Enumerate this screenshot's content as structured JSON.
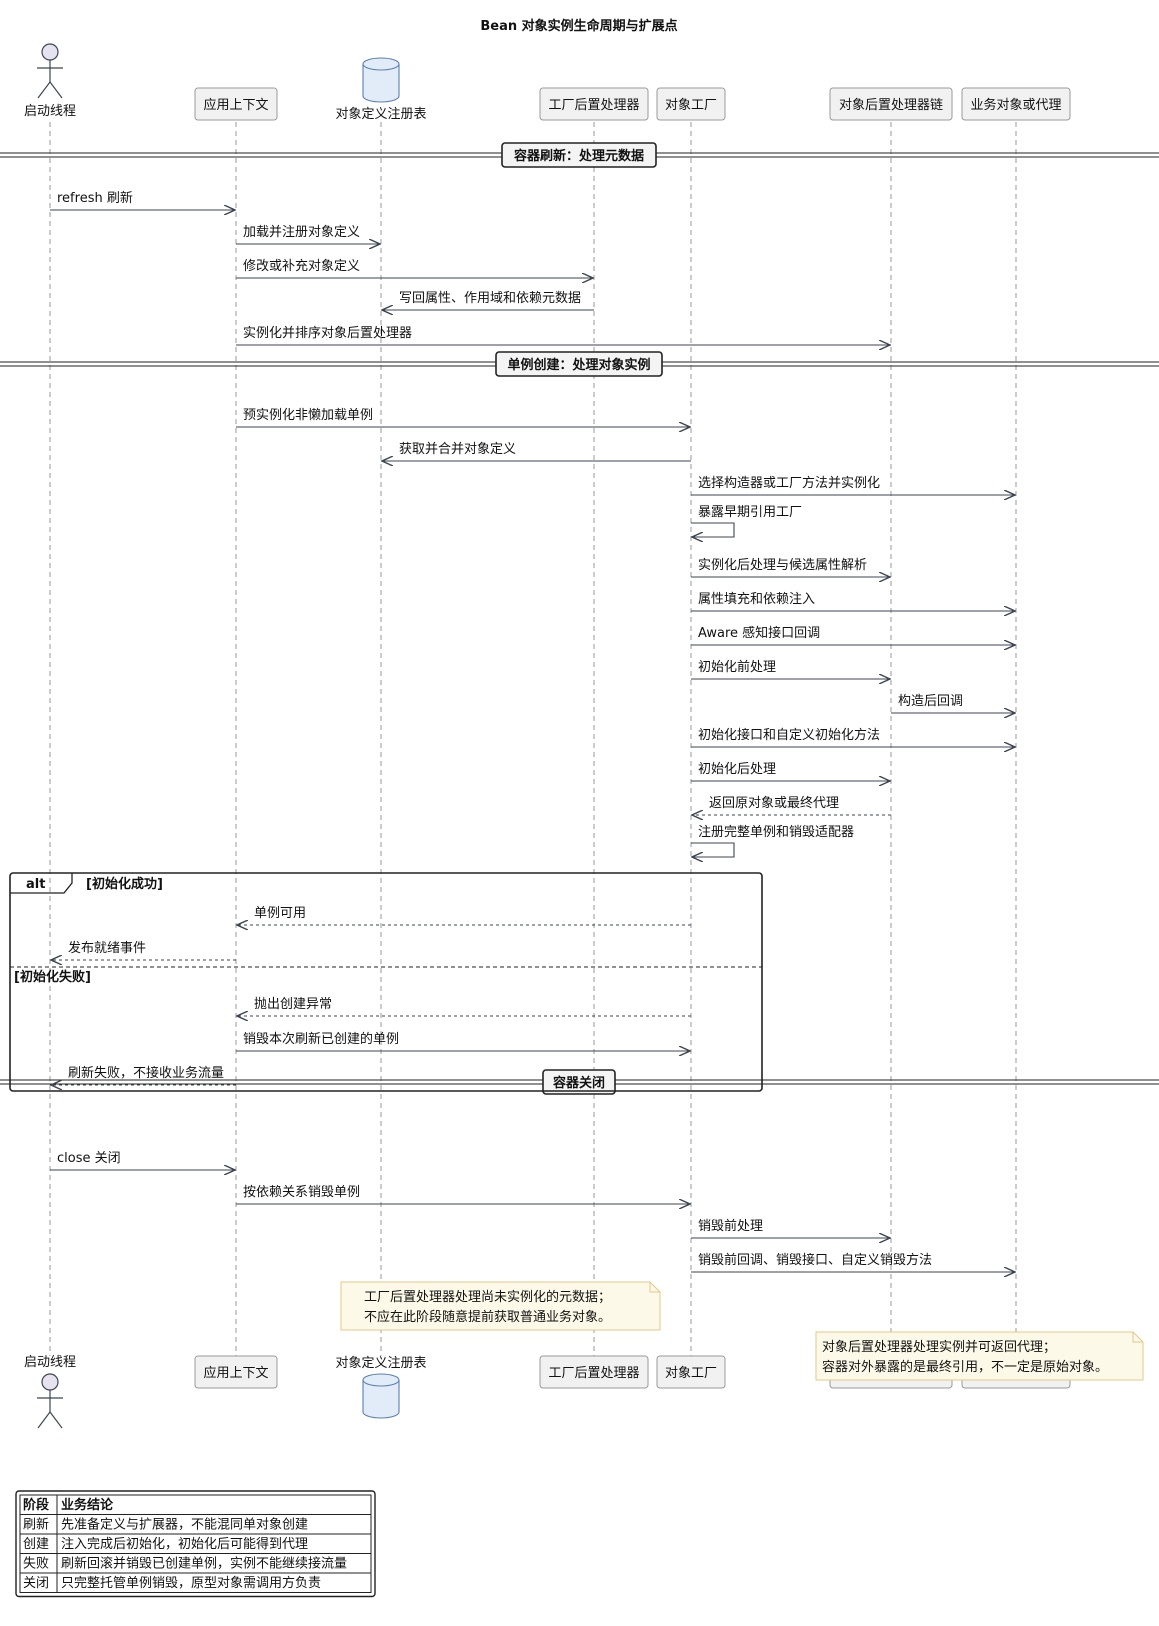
{
  "title": "Bean 对象实例生命周期与扩展点",
  "participants": [
    {
      "id": "p1",
      "label": "启动线程",
      "kind": "actor"
    },
    {
      "id": "p2",
      "label": "应用上下文",
      "kind": "box"
    },
    {
      "id": "p3",
      "label": "对象定义注册表",
      "kind": "database"
    },
    {
      "id": "p4",
      "label": "工厂后置处理器",
      "kind": "box"
    },
    {
      "id": "p5",
      "label": "对象工厂",
      "kind": "box"
    },
    {
      "id": "p6",
      "label": "对象后置处理器链",
      "kind": "box"
    },
    {
      "id": "p7",
      "label": "业务对象或代理",
      "kind": "box"
    }
  ],
  "sections": [
    {
      "label": "容器刷新：处理元数据"
    },
    {
      "label": "单例创建：处理对象实例"
    },
    {
      "label": "容器关闭"
    }
  ],
  "messages": [
    {
      "from": "p1",
      "to": "p2",
      "label": "refresh 刷新",
      "dashed": false
    },
    {
      "from": "p2",
      "to": "p3",
      "label": "加载并注册对象定义",
      "dashed": false
    },
    {
      "from": "p2",
      "to": "p4",
      "label": "修改或补充对象定义",
      "dashed": false
    },
    {
      "from": "p4",
      "to": "p3",
      "label": "写回属性、作用域和依赖元数据",
      "dashed": false
    },
    {
      "from": "p2",
      "to": "p6",
      "label": "实例化并排序对象后置处理器",
      "dashed": false
    },
    {
      "from": "p2",
      "to": "p5",
      "label": "预实例化非懒加载单例",
      "dashed": false
    },
    {
      "from": "p5",
      "to": "p3",
      "label": "获取并合并对象定义",
      "dashed": false
    },
    {
      "from": "p5",
      "to": "p7",
      "label": "选择构造器或工厂方法并实例化",
      "dashed": false
    },
    {
      "from": "p5",
      "to": "p5",
      "label": "暴露早期引用工厂",
      "dashed": false
    },
    {
      "from": "p5",
      "to": "p6",
      "label": "实例化后处理与候选属性解析",
      "dashed": false
    },
    {
      "from": "p5",
      "to": "p7",
      "label": "属性填充和依赖注入",
      "dashed": false
    },
    {
      "from": "p5",
      "to": "p7",
      "label": "Aware 感知接口回调",
      "dashed": false
    },
    {
      "from": "p5",
      "to": "p6",
      "label": "初始化前处理",
      "dashed": false
    },
    {
      "from": "p6",
      "to": "p7",
      "label": "构造后回调",
      "dashed": false
    },
    {
      "from": "p5",
      "to": "p7",
      "label": "初始化接口和自定义初始化方法",
      "dashed": false
    },
    {
      "from": "p5",
      "to": "p6",
      "label": "初始化后处理",
      "dashed": false
    },
    {
      "from": "p6",
      "to": "p5",
      "label": "返回原对象或最终代理",
      "dashed": true
    },
    {
      "from": "p5",
      "to": "p5",
      "label": "注册完整单例和销毁适配器",
      "dashed": false
    },
    {
      "from": "p5",
      "to": "p2",
      "label": "单例可用",
      "dashed": true
    },
    {
      "from": "p2",
      "to": "p1",
      "label": "发布就绪事件",
      "dashed": true
    },
    {
      "from": "p5",
      "to": "p2",
      "label": "抛出创建异常",
      "dashed": true
    },
    {
      "from": "p2",
      "to": "p5",
      "label": "销毁本次刷新已创建的单例",
      "dashed": false
    },
    {
      "from": "p2",
      "to": "p1",
      "label": "刷新失败，不接收业务流量",
      "dashed": true
    },
    {
      "from": "p1",
      "to": "p2",
      "label": "close 关闭",
      "dashed": false
    },
    {
      "from": "p2",
      "to": "p5",
      "label": "按依赖关系销毁单例",
      "dashed": false
    },
    {
      "from": "p5",
      "to": "p6",
      "label": "销毁前处理",
      "dashed": false
    },
    {
      "from": "p5",
      "to": "p7",
      "label": "销毁前回调、销毁接口、自定义销毁方法",
      "dashed": false
    }
  ],
  "alt_fragment": {
    "keyword": "alt",
    "condition_1": "[初始化成功]",
    "condition_2": "[初始化失败]"
  },
  "notes": [
    {
      "lines": [
        "工厂后置处理器处理尚未实例化的元数据；",
        "不应在此阶段随意提前获取普通业务对象。"
      ]
    },
    {
      "lines": [
        "对象后置处理器处理实例并可返回代理；",
        "容器对外暴露的是最终引用，不一定是原始对象。"
      ]
    }
  ],
  "legend_table": {
    "headers": [
      "阶段",
      "业务结论"
    ],
    "rows": [
      [
        "刷新",
        "先准备定义与扩展器，不能混同单对象创建"
      ],
      [
        "创建",
        "注入完成后初始化，初始化后可能得到代理"
      ],
      [
        "失败",
        "刷新回滚并销毁已创建单例，实例不能继续接流量"
      ],
      [
        "关闭",
        "只完整托管单例销毁，原型对象需调用方负责"
      ]
    ]
  },
  "colors": {
    "box_fill": "#f1f1f1",
    "box_stroke": "#9a9a9a",
    "db_fill": "#e2ecf9",
    "db_stroke": "#5d7fb0",
    "arrow": "#3d4552",
    "note_fill": "#fdf9e8",
    "note_stroke": "#e2c98a",
    "frame": "#222222"
  }
}
